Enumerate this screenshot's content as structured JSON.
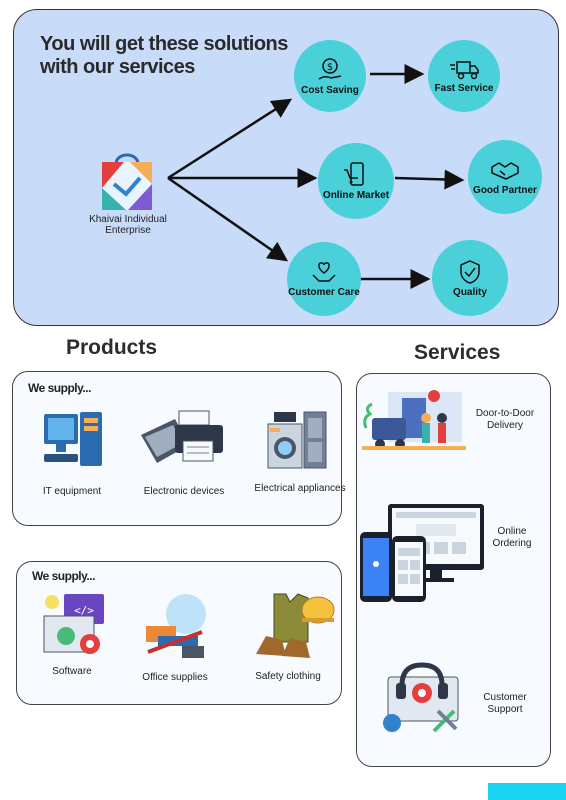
{
  "hero": {
    "title": "You will get these solutions with our services",
    "brand": "Khaivai Individual Enterprise",
    "benefits": [
      {
        "label": "Cost Saving",
        "icon": "hand-dollar-icon"
      },
      {
        "label": "Fast Service",
        "icon": "truck-icon"
      },
      {
        "label": "Online Market",
        "icon": "phone-cart-icon"
      },
      {
        "label": "Good Partner",
        "icon": "handshake-icon"
      },
      {
        "label": "Customer Care",
        "icon": "heart-hands-icon"
      },
      {
        "label": "Quality",
        "icon": "shield-check-icon"
      }
    ]
  },
  "products": {
    "heading": "Products",
    "box1": {
      "supply": "We supply...",
      "items": [
        "IT equipment",
        "Electronic devices",
        "Electrical appliances"
      ]
    },
    "box2": {
      "supply": "We supply...",
      "items": [
        "Software",
        "Office supplies",
        "Safety clothing"
      ]
    }
  },
  "services": {
    "heading": "Services",
    "items": [
      "Door-to-Door Delivery",
      "Online Ordering",
      "Customer Support"
    ]
  },
  "colors": {
    "hero_bg": "#c8dcfa",
    "circle": "#4ad0d9",
    "accent": "#19d3f0"
  }
}
